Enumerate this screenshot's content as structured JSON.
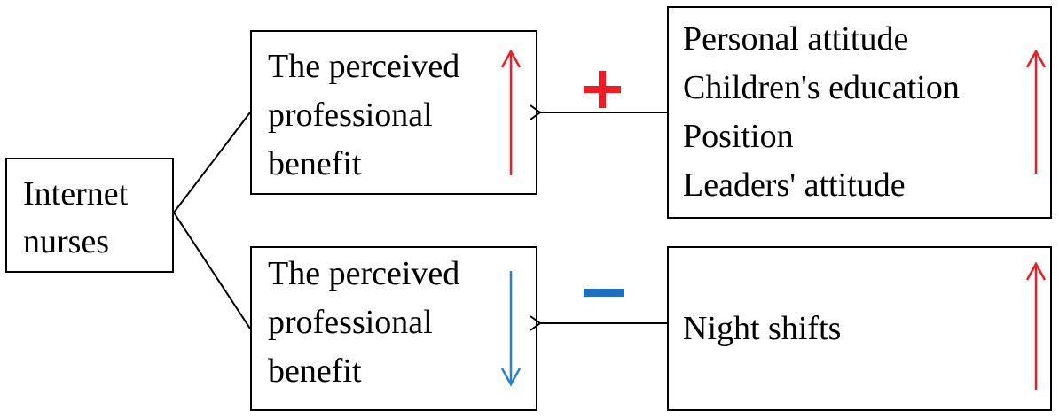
{
  "colors": {
    "increase": "#ee1c25",
    "decrease": "#2a7fd1",
    "positive_sign": "#ee1c25",
    "negative_sign": "#1f6fc0",
    "line": "#000000"
  },
  "nodes": {
    "internet_nurses": {
      "lines": [
        "Internet",
        "nurses"
      ]
    },
    "perceived_benefit_upper": {
      "lines": [
        "The perceived",
        "professional",
        "benefit"
      ],
      "trend": "up"
    },
    "perceived_benefit_lower": {
      "lines": [
        "The perceived",
        "professional",
        "benefit"
      ],
      "trend": "down"
    },
    "positive_factors": {
      "lines": [
        "Personal attitude",
        "Children's education",
        "Position",
        "Leaders' attitude"
      ],
      "trend": "up"
    },
    "negative_factors": {
      "lines": [
        "Night shifts"
      ],
      "trend": "up"
    }
  },
  "edges": [
    {
      "from": "positive_factors",
      "to": "perceived_benefit_upper",
      "effect": "positive"
    },
    {
      "from": "negative_factors",
      "to": "perceived_benefit_lower",
      "effect": "negative"
    }
  ]
}
